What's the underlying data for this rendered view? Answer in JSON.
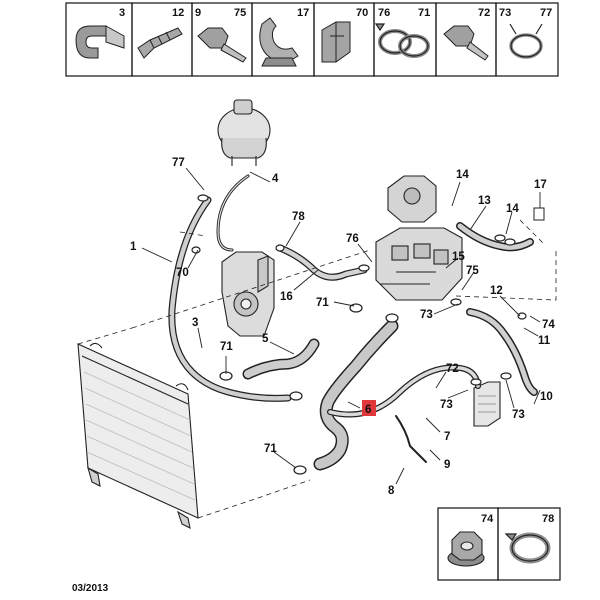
{
  "top_parts_bar": [
    {
      "id": "3",
      "icon": "clip-bracket-icon"
    },
    {
      "id": "12",
      "icon": "hose-connector-icon"
    },
    {
      "id": "9",
      "icon": "hex-bolt-icon"
    },
    {
      "id": "75",
      "icon": "hex-bolt-icon"
    },
    {
      "id": "17",
      "icon": "hose-clip-holder-icon"
    },
    {
      "id": "70",
      "icon": "plastic-clip-icon"
    },
    {
      "id": "76",
      "icon": "band-clamp-icon"
    },
    {
      "id": "71",
      "icon": "band-clamp-icon"
    },
    {
      "id": "72",
      "icon": "flange-bolt-icon"
    },
    {
      "id": "73",
      "icon": "spring-clamp-icon"
    },
    {
      "id": "77",
      "icon": "spring-clamp-icon"
    }
  ],
  "bottom_parts_bar": [
    {
      "id": "74",
      "icon": "flange-nut-icon"
    },
    {
      "id": "78",
      "icon": "hose-clamp-icon"
    }
  ],
  "callouts": [
    "77",
    "4",
    "1",
    "70",
    "78",
    "16",
    "76",
    "14",
    "13",
    "17",
    "14",
    "15",
    "75",
    "12",
    "74",
    "11",
    "71",
    "73",
    "3",
    "71",
    "5",
    "72",
    "73",
    "10",
    "6",
    "7",
    "73",
    "71",
    "9",
    "8"
  ],
  "highlight": {
    "label": "6",
    "color": "#e0373a"
  },
  "footer": {
    "date": "03/2013"
  }
}
